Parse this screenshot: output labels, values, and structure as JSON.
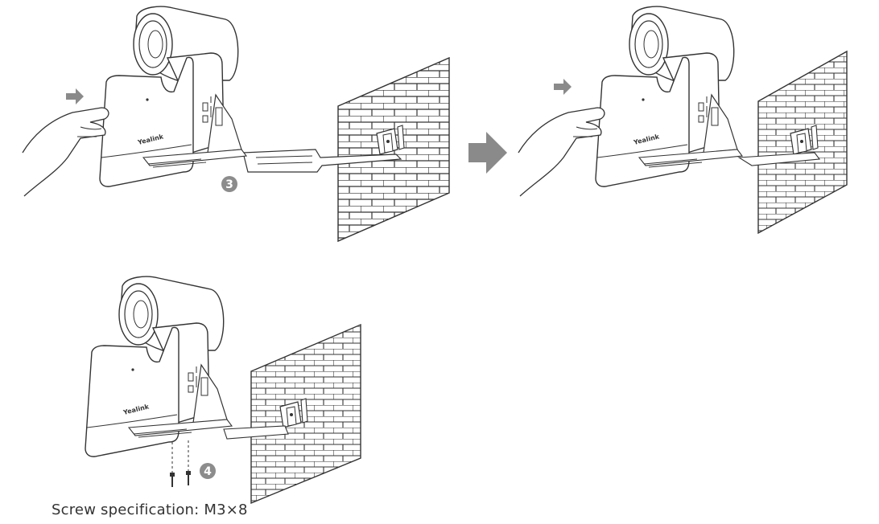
{
  "diagram": {
    "brand_label": "Yealink",
    "steps": [
      {
        "number": "3"
      },
      {
        "number": "4"
      }
    ],
    "screw_caption": "Screw specification: M3×8",
    "colors": {
      "line": "#333333",
      "arrow": "#8a8a8a",
      "step_badge": "#8c8c8c",
      "fill": "#ffffff"
    },
    "icons": [
      "push-arrow-icon",
      "next-step-arrow-icon",
      "hand-icon",
      "screw-icon"
    ]
  }
}
